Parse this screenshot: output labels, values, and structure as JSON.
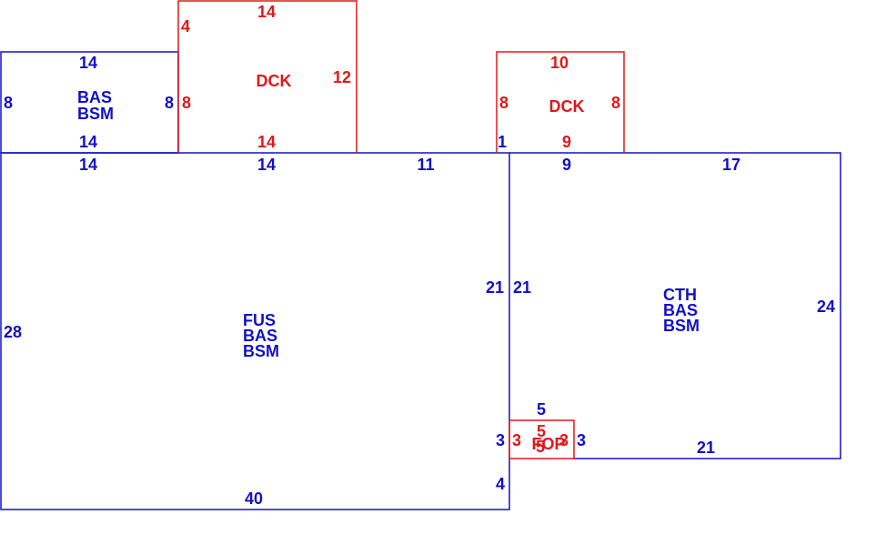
{
  "colors": {
    "main_area": "#1010c8",
    "deck_porch": "#e01818",
    "background": "#ffffff"
  },
  "areas": {
    "bas_small": {
      "codes": [
        "BAS",
        "BSM"
      ],
      "dims": {
        "top": "14",
        "left": "8",
        "right": "8",
        "bottom": "14"
      }
    },
    "deck_left": {
      "codes": [
        "DCK"
      ],
      "dims": {
        "top": "14",
        "left_upper": "4",
        "left": "8",
        "right": "12",
        "bottom": "14"
      }
    },
    "deck_right": {
      "codes": [
        "DCK"
      ],
      "dims": {
        "top": "10",
        "left": "8",
        "right": "8",
        "bottom": "9",
        "left_offset": "1"
      }
    },
    "fus": {
      "codes": [
        "FUS",
        "BAS",
        "BSM"
      ],
      "dims": {
        "top_left": "14",
        "top_mid": "14",
        "top_right": "11",
        "left": "28",
        "right": "21",
        "right_lower": "3",
        "right_bottom": "4",
        "bottom": "40"
      }
    },
    "cth": {
      "codes": [
        "CTH",
        "BAS",
        "BSM"
      ],
      "dims": {
        "top_left": "9",
        "top_right": "17",
        "left": "21",
        "right": "24",
        "bottom": "21"
      }
    },
    "fop": {
      "codes": [
        "FOP"
      ],
      "dims": {
        "above": "5",
        "top": "5",
        "left_outer": "3",
        "left": "3",
        "right": "3",
        "right_outer": "3",
        "bottom": "5"
      }
    }
  }
}
